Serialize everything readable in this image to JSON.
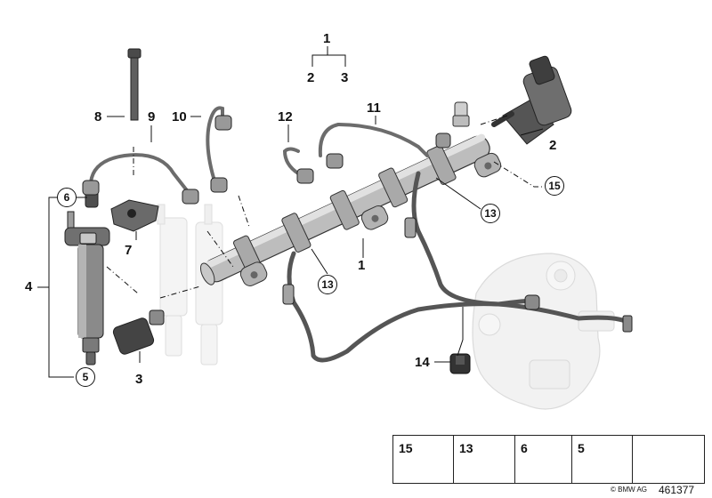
{
  "callouts": {
    "c1_top": "1",
    "c2_top": "2",
    "c3_top": "3",
    "c8": "8",
    "c9": "9",
    "c10": "10",
    "c11": "11",
    "c12": "12",
    "c2_sensor": "2",
    "c15": "15",
    "c6": "6",
    "c4": "4",
    "c7": "7",
    "c5": "5",
    "c13_right": "13",
    "c1_rail": "1",
    "c13_mid": "13",
    "c3_bottom": "3",
    "c14": "14"
  },
  "legend": {
    "items": [
      {
        "number": "15",
        "part": "bolt-icon"
      },
      {
        "number": "13",
        "part": "rubber-grommet-icon"
      },
      {
        "number": "6",
        "part": "o-ring-icon"
      },
      {
        "number": "5",
        "part": "sealing-washer-icon"
      }
    ],
    "arrow_icon": "pointer-arrow-icon"
  },
  "footer": {
    "copyright": "© BMW AG",
    "diagram_number": "461377"
  },
  "colors": {
    "line": "#111111",
    "part_fill": "#b8b8b8",
    "part_dark": "#5a5a5a",
    "ghost": "#e6e6e6",
    "pipe": "#6c6c6c"
  }
}
